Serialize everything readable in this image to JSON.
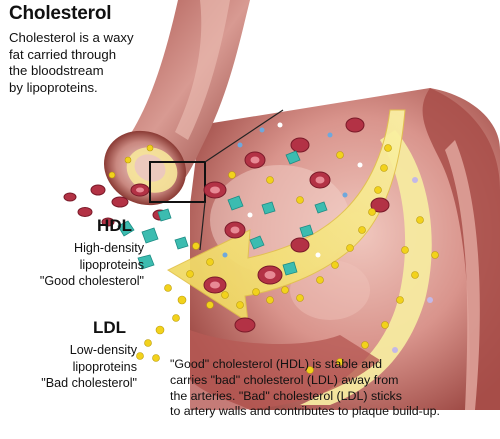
{
  "title": "Cholesterol",
  "description_lines": [
    "Cholesterol is a waxy",
    "fat carried through",
    "the bloodstream",
    "by lipoproteins."
  ],
  "hdl": {
    "label": "HDL",
    "lines": [
      "High-density",
      "lipoproteins",
      "\"Good cholesterol\""
    ]
  },
  "ldl": {
    "label": "LDL",
    "lines": [
      "Low-density",
      "lipoproteins",
      "\"Bad cholesterol\""
    ]
  },
  "caption_lines": [
    "\"Good\" cholesterol (HDL) is stable and",
    "carries \"bad\" cholesterol (LDL) away from",
    "the arteries. \"Bad\" cholesterol (LDL) sticks",
    "to artery walls and contributes to plaque build-up."
  ],
  "colors": {
    "artery_wall": "#c97c72",
    "artery_dark": "#8e3b37",
    "lumen": "#e8b0a8",
    "plaque": "#f5e89a",
    "arrow": "#f3e27a",
    "hdl_particle": "#3cbcb0",
    "ldl_particle": "#f2d21c",
    "red_cell": "#b03041"
  }
}
